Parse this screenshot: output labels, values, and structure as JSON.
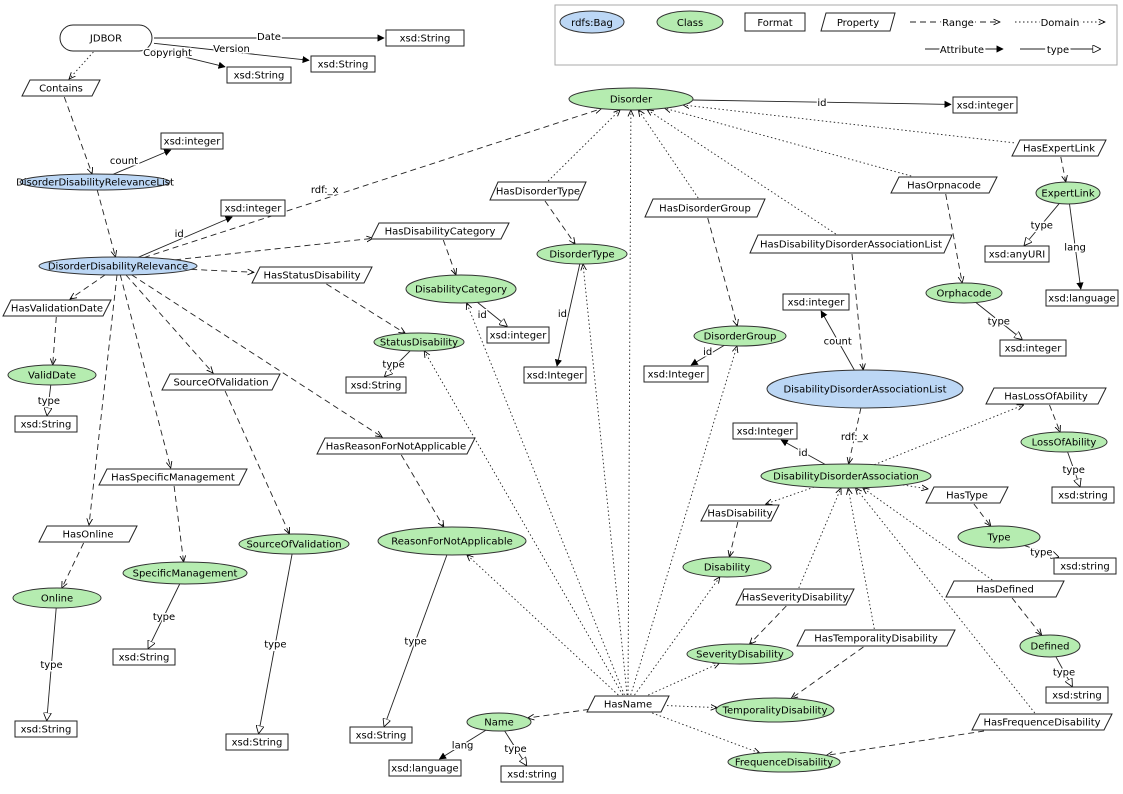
{
  "legend": {
    "bag": "rdfs:Bag",
    "class": "Class",
    "format": "Format",
    "property": "Property",
    "range": "Range",
    "domain": "Domain",
    "attribute": "Attribute",
    "type": "type"
  },
  "colors": {
    "class_fill": "#b5ecb0",
    "bag_fill": "#bcd7f5"
  },
  "nodes": [
    {
      "id": "jdbor",
      "kind": "root",
      "label": "JDBOR"
    },
    {
      "id": "date_str",
      "kind": "format",
      "label": "xsd:String"
    },
    {
      "id": "ver_str",
      "kind": "format",
      "label": "xsd:String"
    },
    {
      "id": "copy_str",
      "kind": "format",
      "label": "xsd:String"
    },
    {
      "id": "contains",
      "kind": "property",
      "label": "Contains"
    },
    {
      "id": "ddrl",
      "kind": "bag",
      "label": "DisorderDisabilityRelevanceList"
    },
    {
      "id": "ddrl_int",
      "kind": "format",
      "label": "xsd:integer"
    },
    {
      "id": "ddr",
      "kind": "bag",
      "label": "DisorderDisabilityRelevance"
    },
    {
      "id": "ddr_int",
      "kind": "format",
      "label": "xsd:integer"
    },
    {
      "id": "disorder",
      "kind": "class",
      "label": "Disorder"
    },
    {
      "id": "dis_int",
      "kind": "format",
      "label": "xsd:integer"
    },
    {
      "id": "hasexpertlink",
      "kind": "property",
      "label": "HasExpertLink"
    },
    {
      "id": "expertlink",
      "kind": "class",
      "label": "ExpertLink"
    },
    {
      "id": "anyuri",
      "kind": "format",
      "label": "xsd:anyURI"
    },
    {
      "id": "language1",
      "kind": "format",
      "label": "xsd:language"
    },
    {
      "id": "hasorphacode",
      "kind": "property",
      "label": "HasOrpnacode"
    },
    {
      "id": "orphacode",
      "kind": "class",
      "label": "Orphacode"
    },
    {
      "id": "orpha_int",
      "kind": "format",
      "label": "xsd:integer"
    },
    {
      "id": "hasdisordertype",
      "kind": "property",
      "label": "HasDisorderType"
    },
    {
      "id": "disordertype",
      "kind": "class",
      "label": "DisorderType"
    },
    {
      "id": "dtype_int",
      "kind": "format",
      "label": "xsd:Integer"
    },
    {
      "id": "hasdisordergroup",
      "kind": "property",
      "label": "HasDisorderGroup"
    },
    {
      "id": "disordergroup",
      "kind": "class",
      "label": "DisorderGroup"
    },
    {
      "id": "dgroup_int",
      "kind": "format",
      "label": "xsd:Integer"
    },
    {
      "id": "hasdal",
      "kind": "property",
      "label": "HasDisabilityDisorderAssociationList"
    },
    {
      "id": "dal_int",
      "kind": "format",
      "label": "xsd:integer"
    },
    {
      "id": "dal",
      "kind": "bag",
      "label": "DisabilityDisorderAssociationList"
    },
    {
      "id": "hasdiscat",
      "kind": "property",
      "label": "HasDisabilityCategory"
    },
    {
      "id": "discat",
      "kind": "class",
      "label": "DisabilityCategory"
    },
    {
      "id": "discat_int",
      "kind": "format",
      "label": "xsd:integer"
    },
    {
      "id": "hasstatus",
      "kind": "property",
      "label": "HasStatusDisability"
    },
    {
      "id": "status",
      "kind": "class",
      "label": "StatusDisability"
    },
    {
      "id": "status_str",
      "kind": "format",
      "label": "xsd:String"
    },
    {
      "id": "hasvaldate",
      "kind": "property",
      "label": "HasValidationDate"
    },
    {
      "id": "validdate",
      "kind": "class",
      "label": "ValidDate"
    },
    {
      "id": "valid_str",
      "kind": "format",
      "label": "xsd:String"
    },
    {
      "id": "sourceofvalidation_p",
      "kind": "property",
      "label": "SourceOfValidation"
    },
    {
      "id": "sourceofvalidation",
      "kind": "class",
      "label": "SourceOfValidation"
    },
    {
      "id": "sov_str",
      "kind": "format",
      "label": "xsd:String"
    },
    {
      "id": "hasreason",
      "kind": "property",
      "label": "HasReasonForNotApplicable"
    },
    {
      "id": "reason",
      "kind": "class",
      "label": "ReasonForNotApplicable"
    },
    {
      "id": "reason_str",
      "kind": "format",
      "label": "xsd:String"
    },
    {
      "id": "hasspecific",
      "kind": "property",
      "label": "HasSpecificManagement"
    },
    {
      "id": "specific",
      "kind": "class",
      "label": "SpecificManagement"
    },
    {
      "id": "specific_str",
      "kind": "format",
      "label": "xsd:String"
    },
    {
      "id": "hasonline",
      "kind": "property",
      "label": "HasOnline"
    },
    {
      "id": "online",
      "kind": "class",
      "label": "Online"
    },
    {
      "id": "online_str",
      "kind": "format",
      "label": "xsd:String"
    },
    {
      "id": "da",
      "kind": "class",
      "label": "DisabilityDisorderAssociation"
    },
    {
      "id": "da_int",
      "kind": "format",
      "label": "xsd:Integer"
    },
    {
      "id": "haslossofability",
      "kind": "property",
      "label": "HasLossOfAbility"
    },
    {
      "id": "lossofability",
      "kind": "class",
      "label": "LossOfAbility"
    },
    {
      "id": "loss_str",
      "kind": "format",
      "label": "xsd:string"
    },
    {
      "id": "hastype",
      "kind": "property",
      "label": "HasType"
    },
    {
      "id": "typeclass",
      "kind": "class",
      "label": "Type"
    },
    {
      "id": "type_str",
      "kind": "format",
      "label": "xsd:string"
    },
    {
      "id": "hasdefined",
      "kind": "property",
      "label": "HasDefined"
    },
    {
      "id": "defined",
      "kind": "class",
      "label": "Defined"
    },
    {
      "id": "defined_str",
      "kind": "format",
      "label": "xsd:string"
    },
    {
      "id": "hasdisability",
      "kind": "property",
      "label": "HasDisability"
    },
    {
      "id": "disability",
      "kind": "class",
      "label": "Disability"
    },
    {
      "id": "hasseverity",
      "kind": "property",
      "label": "HasSeverityDisability"
    },
    {
      "id": "severity",
      "kind": "class",
      "label": "SeverityDisability"
    },
    {
      "id": "hastemporality",
      "kind": "property",
      "label": "HasTemporalityDisability"
    },
    {
      "id": "temporality",
      "kind": "class",
      "label": "TemporalityDisability"
    },
    {
      "id": "hasfrequence",
      "kind": "property",
      "label": "HasFrequenceDisability"
    },
    {
      "id": "frequence",
      "kind": "class",
      "label": "FrequenceDisability"
    },
    {
      "id": "hasname",
      "kind": "property",
      "label": "HasName"
    },
    {
      "id": "name",
      "kind": "class",
      "label": "Name"
    },
    {
      "id": "name_lang",
      "kind": "format",
      "label": "xsd:language"
    },
    {
      "id": "name_str",
      "kind": "format",
      "label": "xsd:string"
    }
  ],
  "edges": [
    {
      "from": "jdbor",
      "to": "date_str",
      "style": "attr",
      "label": "Date"
    },
    {
      "from": "jdbor",
      "to": "ver_str",
      "style": "attr",
      "label": "Version"
    },
    {
      "from": "jdbor",
      "to": "copy_str",
      "style": "attr",
      "label": "Copyright"
    },
    {
      "from": "jdbor",
      "to": "contains",
      "style": "domain",
      "label": ""
    },
    {
      "from": "contains",
      "to": "ddrl",
      "style": "range",
      "label": ""
    },
    {
      "from": "ddrl",
      "to": "ddrl_int",
      "style": "attr",
      "label": "count"
    },
    {
      "from": "ddrl",
      "to": "ddr",
      "style": "range",
      "label": ""
    },
    {
      "from": "ddr",
      "to": "ddr_int",
      "style": "attr",
      "label": "id"
    },
    {
      "from": "ddr",
      "to": "disorder",
      "style": "range",
      "label": "rdf:_x"
    },
    {
      "from": "ddr",
      "to": "hasdiscat",
      "style": "range",
      "label": ""
    },
    {
      "from": "hasdiscat",
      "to": "discat",
      "style": "range",
      "label": ""
    },
    {
      "from": "discat",
      "to": "discat_int",
      "style": "type",
      "label": "id"
    },
    {
      "from": "ddr",
      "to": "hasstatus",
      "style": "range",
      "label": ""
    },
    {
      "from": "hasstatus",
      "to": "status",
      "style": "range",
      "label": ""
    },
    {
      "from": "status",
      "to": "status_str",
      "style": "type",
      "label": "type"
    },
    {
      "from": "ddr",
      "to": "hasvaldate",
      "style": "range",
      "label": ""
    },
    {
      "from": "hasvaldate",
      "to": "validdate",
      "style": "range",
      "label": ""
    },
    {
      "from": "validdate",
      "to": "valid_str",
      "style": "type",
      "label": "type"
    },
    {
      "from": "ddr",
      "to": "sourceofvalidation_p",
      "style": "range",
      "label": ""
    },
    {
      "from": "sourceofvalidation_p",
      "to": "sourceofvalidation",
      "style": "range",
      "label": ""
    },
    {
      "from": "sourceofvalidation",
      "to": "sov_str",
      "style": "type",
      "label": "type"
    },
    {
      "from": "ddr",
      "to": "hasreason",
      "style": "range",
      "label": ""
    },
    {
      "from": "hasreason",
      "to": "reason",
      "style": "range",
      "label": ""
    },
    {
      "from": "reason",
      "to": "reason_str",
      "style": "type",
      "label": "type"
    },
    {
      "from": "ddr",
      "to": "hasspecific",
      "style": "range",
      "label": ""
    },
    {
      "from": "hasspecific",
      "to": "specific",
      "style": "range",
      "label": ""
    },
    {
      "from": "specific",
      "to": "specific_str",
      "style": "type",
      "label": "type"
    },
    {
      "from": "ddr",
      "to": "hasonline",
      "style": "range",
      "label": ""
    },
    {
      "from": "hasonline",
      "to": "online",
      "style": "range",
      "label": ""
    },
    {
      "from": "online",
      "to": "online_str",
      "style": "type",
      "label": "type"
    },
    {
      "from": "disorder",
      "to": "dis_int",
      "style": "attr",
      "label": "id"
    },
    {
      "from": "hasexpertlink",
      "to": "disorder",
      "style": "domain",
      "label": ""
    },
    {
      "from": "hasexpertlink",
      "to": "expertlink",
      "style": "range",
      "label": ""
    },
    {
      "from": "expertlink",
      "to": "anyuri",
      "style": "type",
      "label": "type"
    },
    {
      "from": "expertlink",
      "to": "language1",
      "style": "attr",
      "label": "lang"
    },
    {
      "from": "hasorphacode",
      "to": "disorder",
      "style": "domain",
      "label": ""
    },
    {
      "from": "hasorphacode",
      "to": "orphacode",
      "style": "range",
      "label": ""
    },
    {
      "from": "orphacode",
      "to": "orpha_int",
      "style": "type",
      "label": "type"
    },
    {
      "from": "hasdisordertype",
      "to": "disorder",
      "style": "domain",
      "label": ""
    },
    {
      "from": "hasdisordertype",
      "to": "disordertype",
      "style": "range",
      "label": ""
    },
    {
      "from": "disordertype",
      "to": "dtype_int",
      "style": "attr",
      "label": "id"
    },
    {
      "from": "hasdisordergroup",
      "to": "disorder",
      "style": "domain",
      "label": ""
    },
    {
      "from": "hasdisordergroup",
      "to": "disordergroup",
      "style": "range",
      "label": ""
    },
    {
      "from": "disordergroup",
      "to": "dgroup_int",
      "style": "attr",
      "label": "id"
    },
    {
      "from": "hasdal",
      "to": "disorder",
      "style": "domain",
      "label": ""
    },
    {
      "from": "hasdal",
      "to": "dal",
      "style": "range",
      "label": ""
    },
    {
      "from": "dal",
      "to": "dal_int",
      "style": "attr",
      "label": "count"
    },
    {
      "from": "dal",
      "to": "da",
      "style": "range",
      "label": "rdf:_x"
    },
    {
      "from": "da",
      "to": "da_int",
      "style": "attr",
      "label": "id"
    },
    {
      "from": "da",
      "to": "haslossofability",
      "style": "domain",
      "label": ""
    },
    {
      "from": "haslossofability",
      "to": "lossofability",
      "style": "range",
      "label": ""
    },
    {
      "from": "lossofability",
      "to": "loss_str",
      "style": "type",
      "label": "type"
    },
    {
      "from": "da",
      "to": "hastype",
      "style": "domain",
      "label": ""
    },
    {
      "from": "hastype",
      "to": "typeclass",
      "style": "range",
      "label": ""
    },
    {
      "from": "typeclass",
      "to": "type_str",
      "style": "type",
      "label": "type"
    },
    {
      "from": "hasdefined",
      "to": "da",
      "style": "domain",
      "label": ""
    },
    {
      "from": "hasdefined",
      "to": "defined",
      "style": "range",
      "label": ""
    },
    {
      "from": "defined",
      "to": "defined_str",
      "style": "type",
      "label": "type"
    },
    {
      "from": "da",
      "to": "hasdisability",
      "style": "domain",
      "label": ""
    },
    {
      "from": "hasdisability",
      "to": "disability",
      "style": "range",
      "label": ""
    },
    {
      "from": "hasseverity",
      "to": "da",
      "style": "domain",
      "label": ""
    },
    {
      "from": "hasseverity",
      "to": "severity",
      "style": "range",
      "label": ""
    },
    {
      "from": "hastemporality",
      "to": "da",
      "style": "domain",
      "label": ""
    },
    {
      "from": "hastemporality",
      "to": "temporality",
      "style": "range",
      "label": ""
    },
    {
      "from": "hasfrequence",
      "to": "da",
      "style": "domain",
      "label": ""
    },
    {
      "from": "hasfrequence",
      "to": "frequence",
      "style": "range",
      "label": ""
    },
    {
      "from": "hasname",
      "to": "disorder",
      "style": "domain",
      "label": ""
    },
    {
      "from": "hasname",
      "to": "disordertype",
      "style": "domain",
      "label": ""
    },
    {
      "from": "hasname",
      "to": "disordergroup",
      "style": "domain",
      "label": ""
    },
    {
      "from": "hasname",
      "to": "discat",
      "style": "domain",
      "label": ""
    },
    {
      "from": "hasname",
      "to": "status",
      "style": "domain",
      "label": ""
    },
    {
      "from": "hasname",
      "to": "reason",
      "style": "domain",
      "label": ""
    },
    {
      "from": "hasname",
      "to": "disability",
      "style": "domain",
      "label": ""
    },
    {
      "from": "hasname",
      "to": "severity",
      "style": "domain",
      "label": ""
    },
    {
      "from": "hasname",
      "to": "temporality",
      "style": "domain",
      "label": ""
    },
    {
      "from": "hasname",
      "to": "frequence",
      "style": "domain",
      "label": ""
    },
    {
      "from": "hasname",
      "to": "name",
      "style": "range",
      "label": ""
    },
    {
      "from": "name",
      "to": "name_lang",
      "style": "attr",
      "label": "lang"
    },
    {
      "from": "name",
      "to": "name_str",
      "style": "type",
      "label": "type"
    }
  ]
}
